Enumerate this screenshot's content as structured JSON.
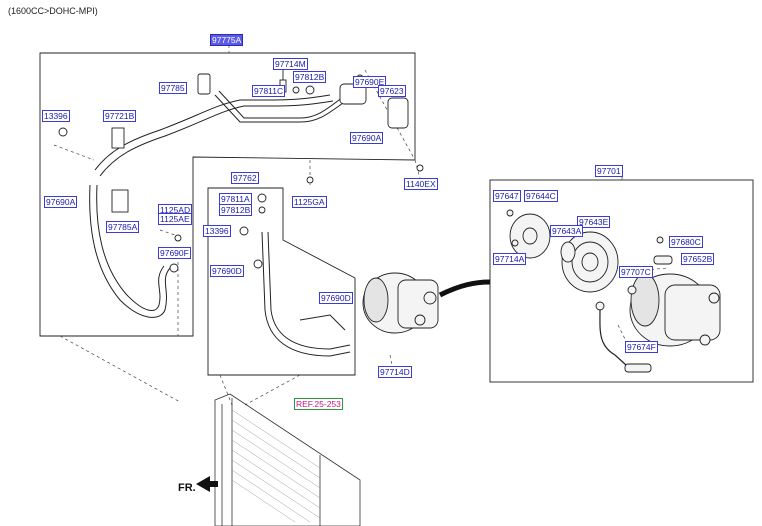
{
  "header": "(1600CC>DOHC-MPI)",
  "front_label": "FR.",
  "ref_label": "REF.25-253",
  "parts": [
    {
      "id": "p97775A",
      "text": "97775A",
      "selected": true
    },
    {
      "id": "p97714M",
      "text": "97714M"
    },
    {
      "id": "p97812B",
      "text": "97812B"
    },
    {
      "id": "p97690E",
      "text": "97690E"
    },
    {
      "id": "p97623",
      "text": "97623"
    },
    {
      "id": "p97785",
      "text": "97785"
    },
    {
      "id": "p97811C",
      "text": "97811C"
    },
    {
      "id": "p13396_top",
      "text": "13396"
    },
    {
      "id": "p97721B",
      "text": "97721B"
    },
    {
      "id": "p97690A_top",
      "text": "97690A"
    },
    {
      "id": "p1140EX",
      "text": "1140EX"
    },
    {
      "id": "p97762",
      "text": "97762"
    },
    {
      "id": "p1125GA",
      "text": "1125GA"
    },
    {
      "id": "p97690A_left",
      "text": "97690A"
    },
    {
      "id": "p97811A",
      "text": "97811A"
    },
    {
      "id": "p97812B_b",
      "text": "97812B"
    },
    {
      "id": "p1125AD",
      "text": "1125AD"
    },
    {
      "id": "p1125AE",
      "text": "1125AE"
    },
    {
      "id": "p97785A",
      "text": "97785A"
    },
    {
      "id": "p13396_mid",
      "text": "13396"
    },
    {
      "id": "p97690F",
      "text": "97690F"
    },
    {
      "id": "p97690D_l",
      "text": "97690D"
    },
    {
      "id": "p97690D_r",
      "text": "97690D"
    },
    {
      "id": "p97714D",
      "text": "97714D"
    },
    {
      "id": "p97701",
      "text": "97701"
    },
    {
      "id": "p97647",
      "text": "97647"
    },
    {
      "id": "p97644C",
      "text": "97644C"
    },
    {
      "id": "p97643E",
      "text": "97643E"
    },
    {
      "id": "p97643A",
      "text": "97643A"
    },
    {
      "id": "p97680C",
      "text": "97680C"
    },
    {
      "id": "p97714A",
      "text": "97714A"
    },
    {
      "id": "p97707C",
      "text": "97707C"
    },
    {
      "id": "p97652B",
      "text": "97652B"
    },
    {
      "id": "p97674F",
      "text": "97674F"
    }
  ]
}
